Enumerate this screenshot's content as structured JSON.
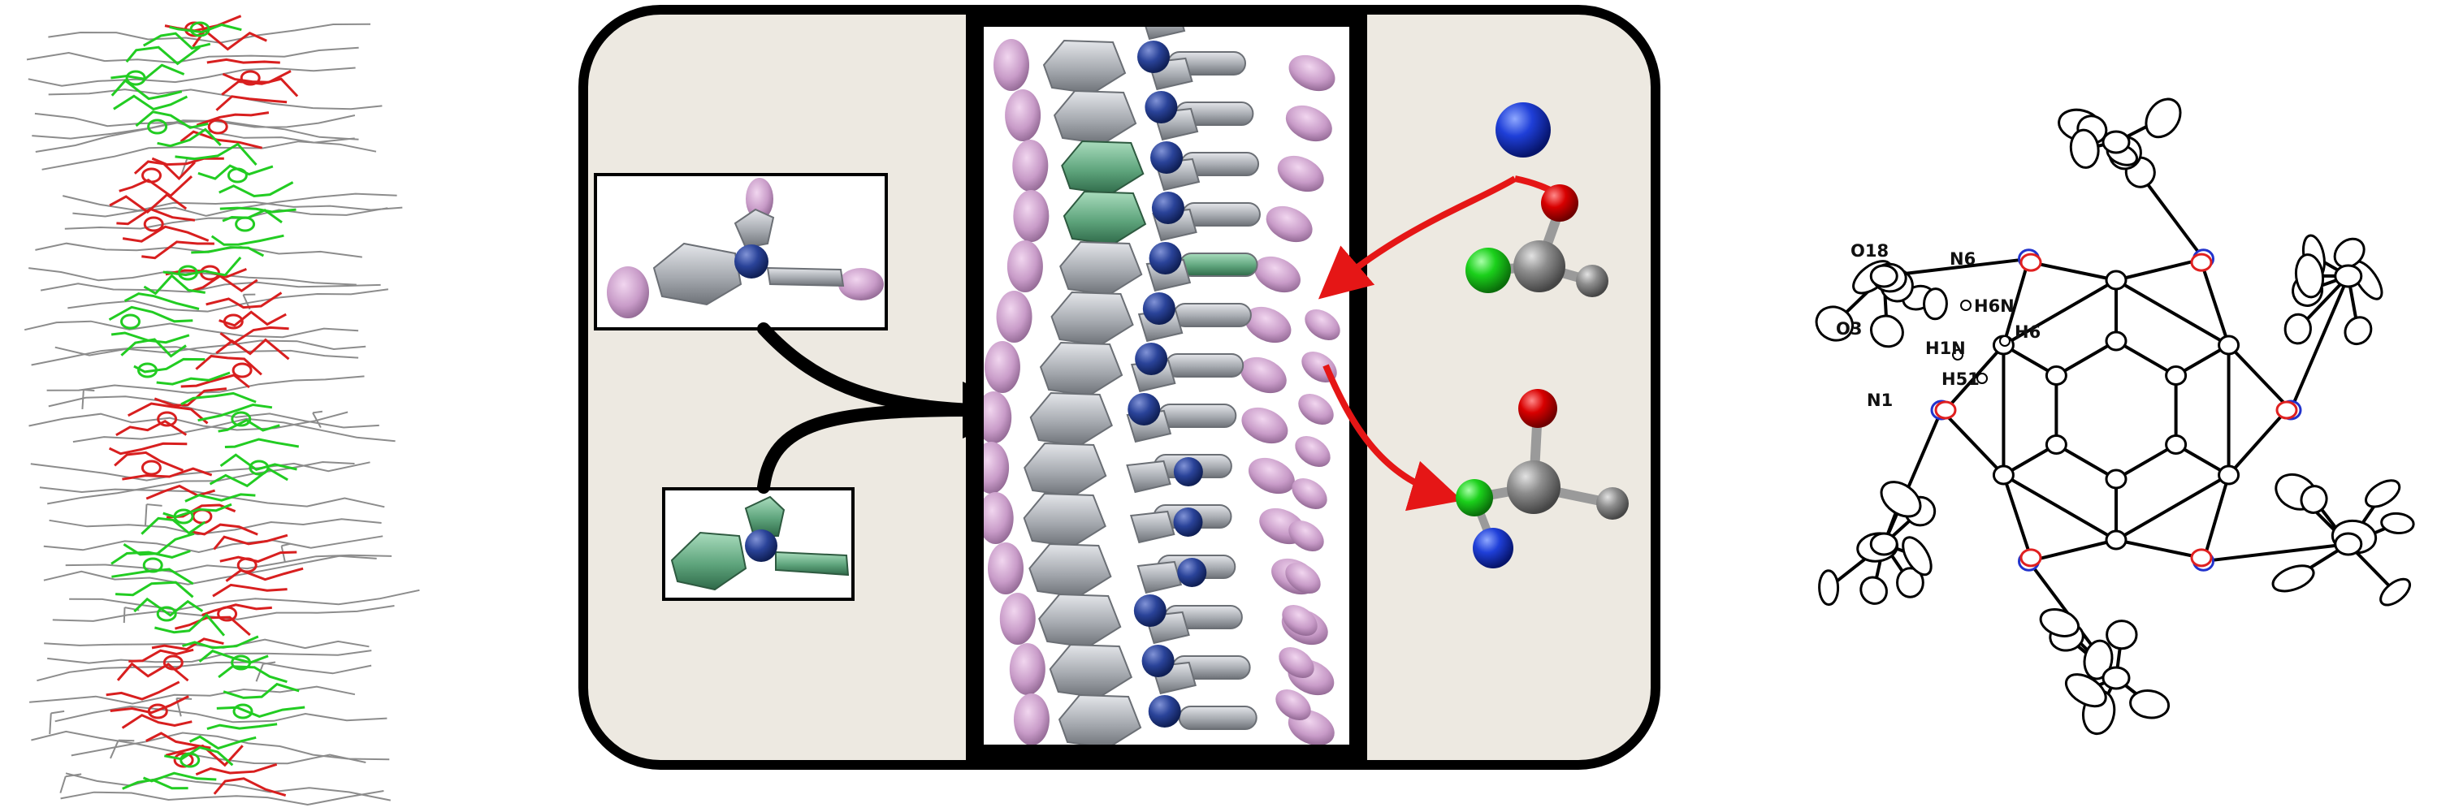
{
  "colors": {
    "background": "#ffffff",
    "panel": "#ede9e1",
    "frame": "#000000",
    "strand_a": "#d81f1f",
    "strand_b": "#22cc22",
    "backbone": "#8c8c8c",
    "nitrogen": "#1f3f9e",
    "oxygen_lobe": "#c69ac6",
    "ring_grey": "#a8acb2",
    "ring_green": "#5fa57d",
    "arrow_red": "#e51616",
    "atom_blue": "#0f1fc8",
    "atom_red": "#d30000",
    "atom_green": "#18c818",
    "atom_grey": "#8a8a8a",
    "ortep_oxygen": "#e02020",
    "ortep_nitrogen": "#2233cc"
  },
  "icons": {
    "left_panel": "helical-stack-wireframe-icon",
    "center_panel": "helical-column-assembly-icon",
    "right_panel": "ortep-crystal-structure-icon"
  },
  "atom_labels": {
    "o18": "O18",
    "n6": "N6",
    "h6n": "H6N",
    "o3": "O3",
    "h6": "H6",
    "h1n": "H1N",
    "h51": "H51",
    "n1": "N1"
  }
}
